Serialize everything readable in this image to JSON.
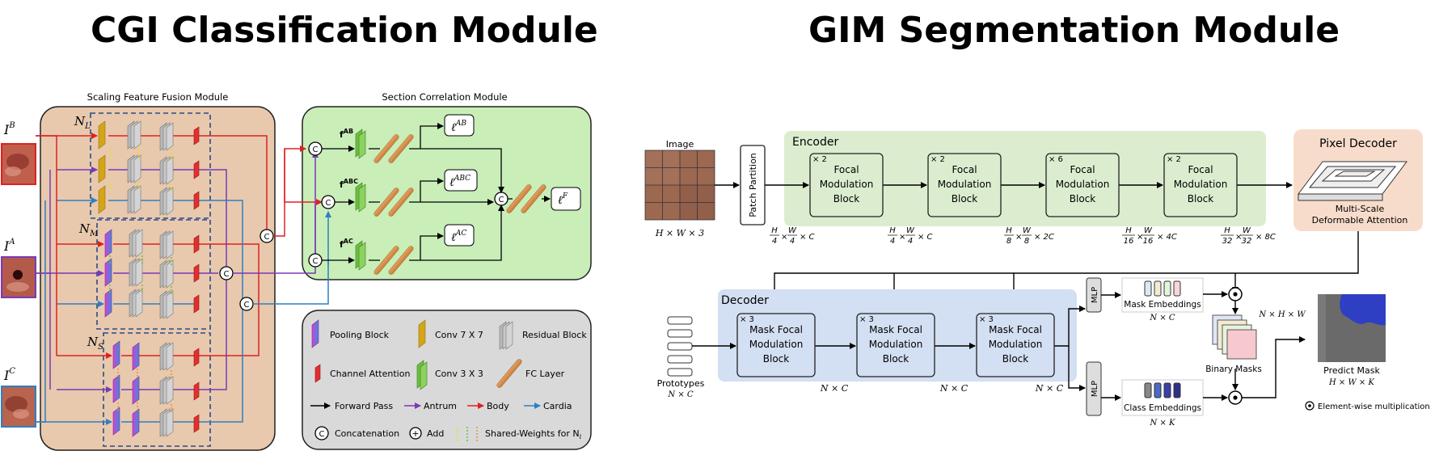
{
  "titles": {
    "left": "CGI  Classification Module",
    "right": "GIM Segmentation Module"
  },
  "cgi": {
    "sffm_label": "Scaling Feature Fusion Module",
    "scm_label": "Section Correlation Module",
    "inputs": {
      "b": "I",
      "b_sup": "B",
      "a": "I",
      "a_sup": "A",
      "c": "I",
      "c_sup": "C"
    },
    "groups": {
      "l": "N",
      "l_sub": "L",
      "m": "N",
      "m_sub": "M",
      "s": "N",
      "s_sub": "S"
    },
    "concat": "C",
    "features": {
      "ab": "f",
      "ab_sup": "AB",
      "abc": "f",
      "abc_sup": "ABC",
      "ac": "f",
      "ac_sup": "AC"
    },
    "losses": {
      "ab": "ℓ",
      "ab_sup": "AB",
      "abc": "ℓ",
      "abc_sup": "ABC",
      "ac": "ℓ",
      "ac_sup": "AC",
      "f": "ℓ",
      "f_sup": "F"
    },
    "legend": {
      "pooling": "Pooling Block",
      "conv7": "Conv 7 X 7",
      "residual": "Residual Block",
      "channel": "Channel Attention",
      "conv3": "Conv 3 X 3",
      "fc": "FC Layer",
      "forward": "Forward Pass",
      "antrum": "Antrum",
      "body": "Body",
      "cardia": "Cardia",
      "concat_sym": "C",
      "concat": "Concatenation",
      "add_sym": "+",
      "add": "Add",
      "shared": "Shared-Weights for N",
      "shared_sub": "i"
    }
  },
  "gim": {
    "image_label": "Image",
    "image_dim": "H × W × 3",
    "patch": "Patch Partition",
    "encoder": "Encoder",
    "enc_blocks": [
      {
        "rep": "× 2",
        "l1": "Focal",
        "l2": "Modulation",
        "l3": "Block"
      },
      {
        "rep": "× 2",
        "l1": "Focal",
        "l2": "Modulation",
        "l3": "Block"
      },
      {
        "rep": "× 6",
        "l1": "Focal",
        "l2": "Modulation",
        "l3": "Block"
      },
      {
        "rep": "× 2",
        "l1": "Focal",
        "l2": "Modulation",
        "l3": "Block"
      }
    ],
    "enc_dims": [
      {
        "h": "H",
        "hd": "4",
        "w": "W",
        "wd": "4",
        "c": "× C"
      },
      {
        "h": "H",
        "hd": "4",
        "w": "W",
        "wd": "4",
        "c": "× C"
      },
      {
        "h": "H",
        "hd": "8",
        "w": "W",
        "wd": "8",
        "c": "× 2C"
      },
      {
        "h": "H",
        "hd": "16",
        "w": "W",
        "wd": "16",
        "c": "× 4C"
      },
      {
        "h": "H",
        "hd": "32",
        "w": "W",
        "wd": "32",
        "c": "× 8C"
      }
    ],
    "pixel_decoder": "Pixel Decoder",
    "msda_1": "Multi-Scale",
    "msda_2": "Deformable Attention",
    "decoder": "Decoder",
    "dec_blocks": [
      {
        "rep": "× 3",
        "l1": "Mask Focal",
        "l2": "Modulation",
        "l3": "Block"
      },
      {
        "rep": "× 3",
        "l1": "Mask Focal",
        "l2": "Modulation",
        "l3": "Block"
      },
      {
        "rep": "× 3",
        "l1": "Mask Focal",
        "l2": "Modulation",
        "l3": "Block"
      }
    ],
    "dec_dims": [
      "N × C",
      "N × C",
      "N × C"
    ],
    "prototypes": "Prototypes",
    "proto_dim": "N × C",
    "mlp": "MLP",
    "mask_emb": "Mask Embeddings",
    "mask_emb_dim": "N × C",
    "class_emb": "Class Embeddings",
    "class_emb_dim": "N × K",
    "binary_masks": "Binary Masks",
    "nhw": "N × H × W",
    "predict": "Predict Mask",
    "predict_dim": "H × W × K",
    "elementwise": "Element-wise multiplication"
  }
}
